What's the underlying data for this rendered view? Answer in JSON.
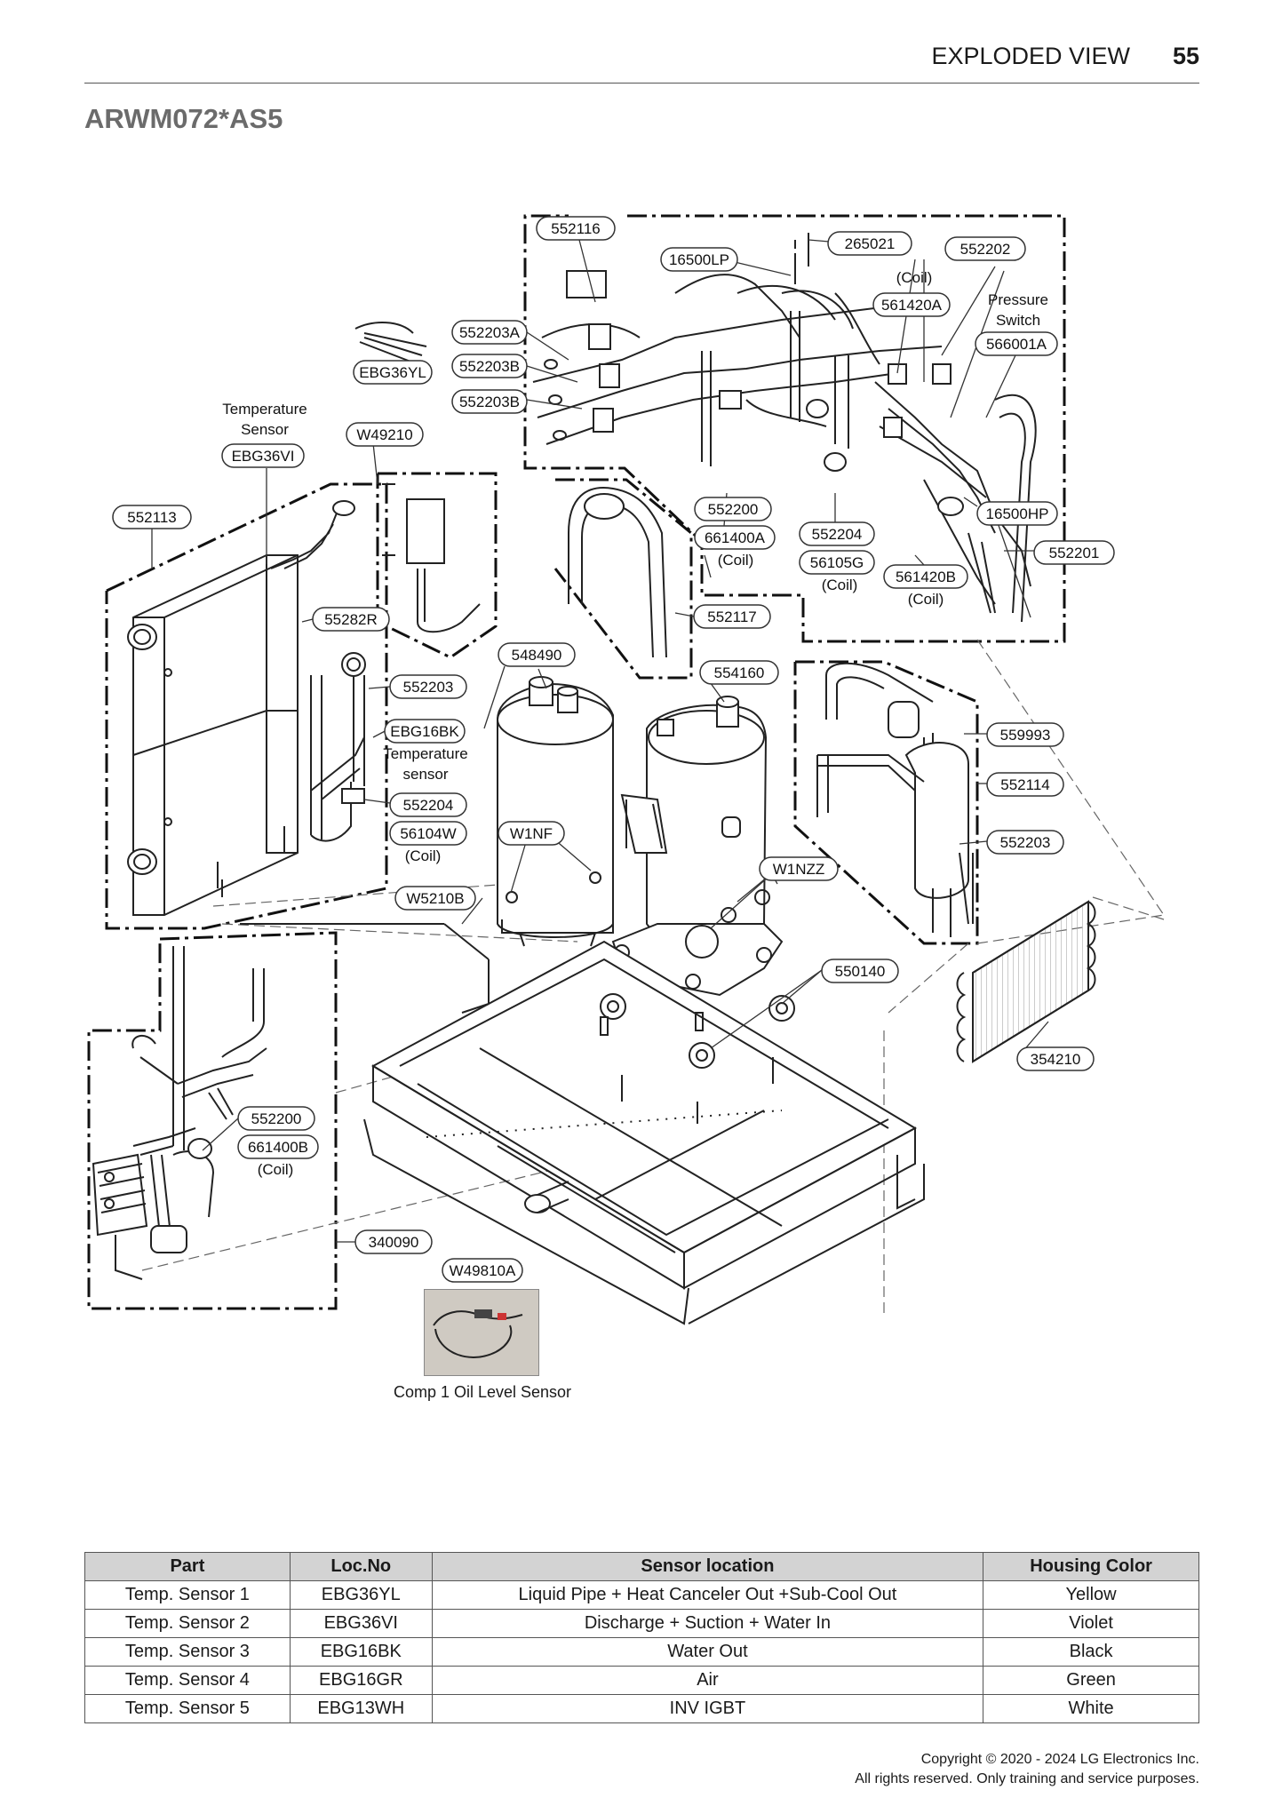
{
  "header": {
    "section": "EXPLODED VIEW",
    "page_number": "55"
  },
  "model": "ARWM072*AS5",
  "callouts": {
    "c552116": "552116",
    "c265021": "265021",
    "c16500LP": "16500LP",
    "c552202": "552202",
    "c561420A": "561420A",
    "c566001A": "566001A",
    "c552203A": "552203A",
    "c552203B1": "552203B",
    "c552203B2": "552203B",
    "cEBG36YL": "EBG36YL",
    "cW49210": "W49210",
    "cEBG36VI": "EBG36VI",
    "c552113": "552113",
    "c552200a": "552200",
    "c661400A": "661400A",
    "c552204a": "552204",
    "c56105G": "56105G",
    "c561420B": "561420B",
    "c16500HP": "16500HP",
    "c552201": "552201",
    "c55282R": "55282R",
    "c552117": "552117",
    "c548490": "548490",
    "c554160": "554160",
    "c552203": "552203",
    "cEBG16BK": "EBG16BK",
    "c552204b": "552204",
    "c56104W": "56104W",
    "cW1NF": "W1NF",
    "cW1NZZ": "W1NZZ",
    "c559993": "559993",
    "c552114": "552114",
    "c552203c": "552203",
    "cW5210B": "W5210B",
    "c550140": "550140",
    "c354210": "354210",
    "c552200b": "552200",
    "c661400B": "661400B",
    "c340090": "340090",
    "cW49810A": "W49810A"
  },
  "text_labels": {
    "coil1": "(Coil)",
    "pressure1": "Pressure",
    "pressure2": "Switch",
    "temp_sensor1": "Temperature",
    "temp_sensor2": "Sensor",
    "coil2": "(Coil)",
    "coil3": "(Coil)",
    "coil4": "(Coil)",
    "temp_sensor_lc1": "Temperature",
    "temp_sensor_lc2": "sensor",
    "coil5": "(Coil)",
    "coil6": "(Coil)"
  },
  "photo_caption": "Comp 1 Oil Level Sensor",
  "table": {
    "headers": [
      "Part",
      "Loc.No",
      "Sensor location",
      "Housing Color"
    ],
    "rows": [
      [
        "Temp. Sensor 1",
        "EBG36YL",
        "Liquid Pipe + Heat Canceler Out +Sub-Cool Out",
        "Yellow"
      ],
      [
        "Temp. Sensor 2",
        "EBG36VI",
        "Discharge + Suction + Water In",
        "Violet"
      ],
      [
        "Temp. Sensor 3",
        "EBG16BK",
        "Water Out",
        "Black"
      ],
      [
        "Temp. Sensor 4",
        "EBG16GR",
        "Air",
        "Green"
      ],
      [
        "Temp. Sensor 5",
        "EBG13WH",
        "INV IGBT",
        "White"
      ]
    ]
  },
  "copyright": {
    "line1": "Copyright © 2020 - 2024 LG Electronics Inc.",
    "line2": "All rights reserved. Only training and service purposes."
  }
}
